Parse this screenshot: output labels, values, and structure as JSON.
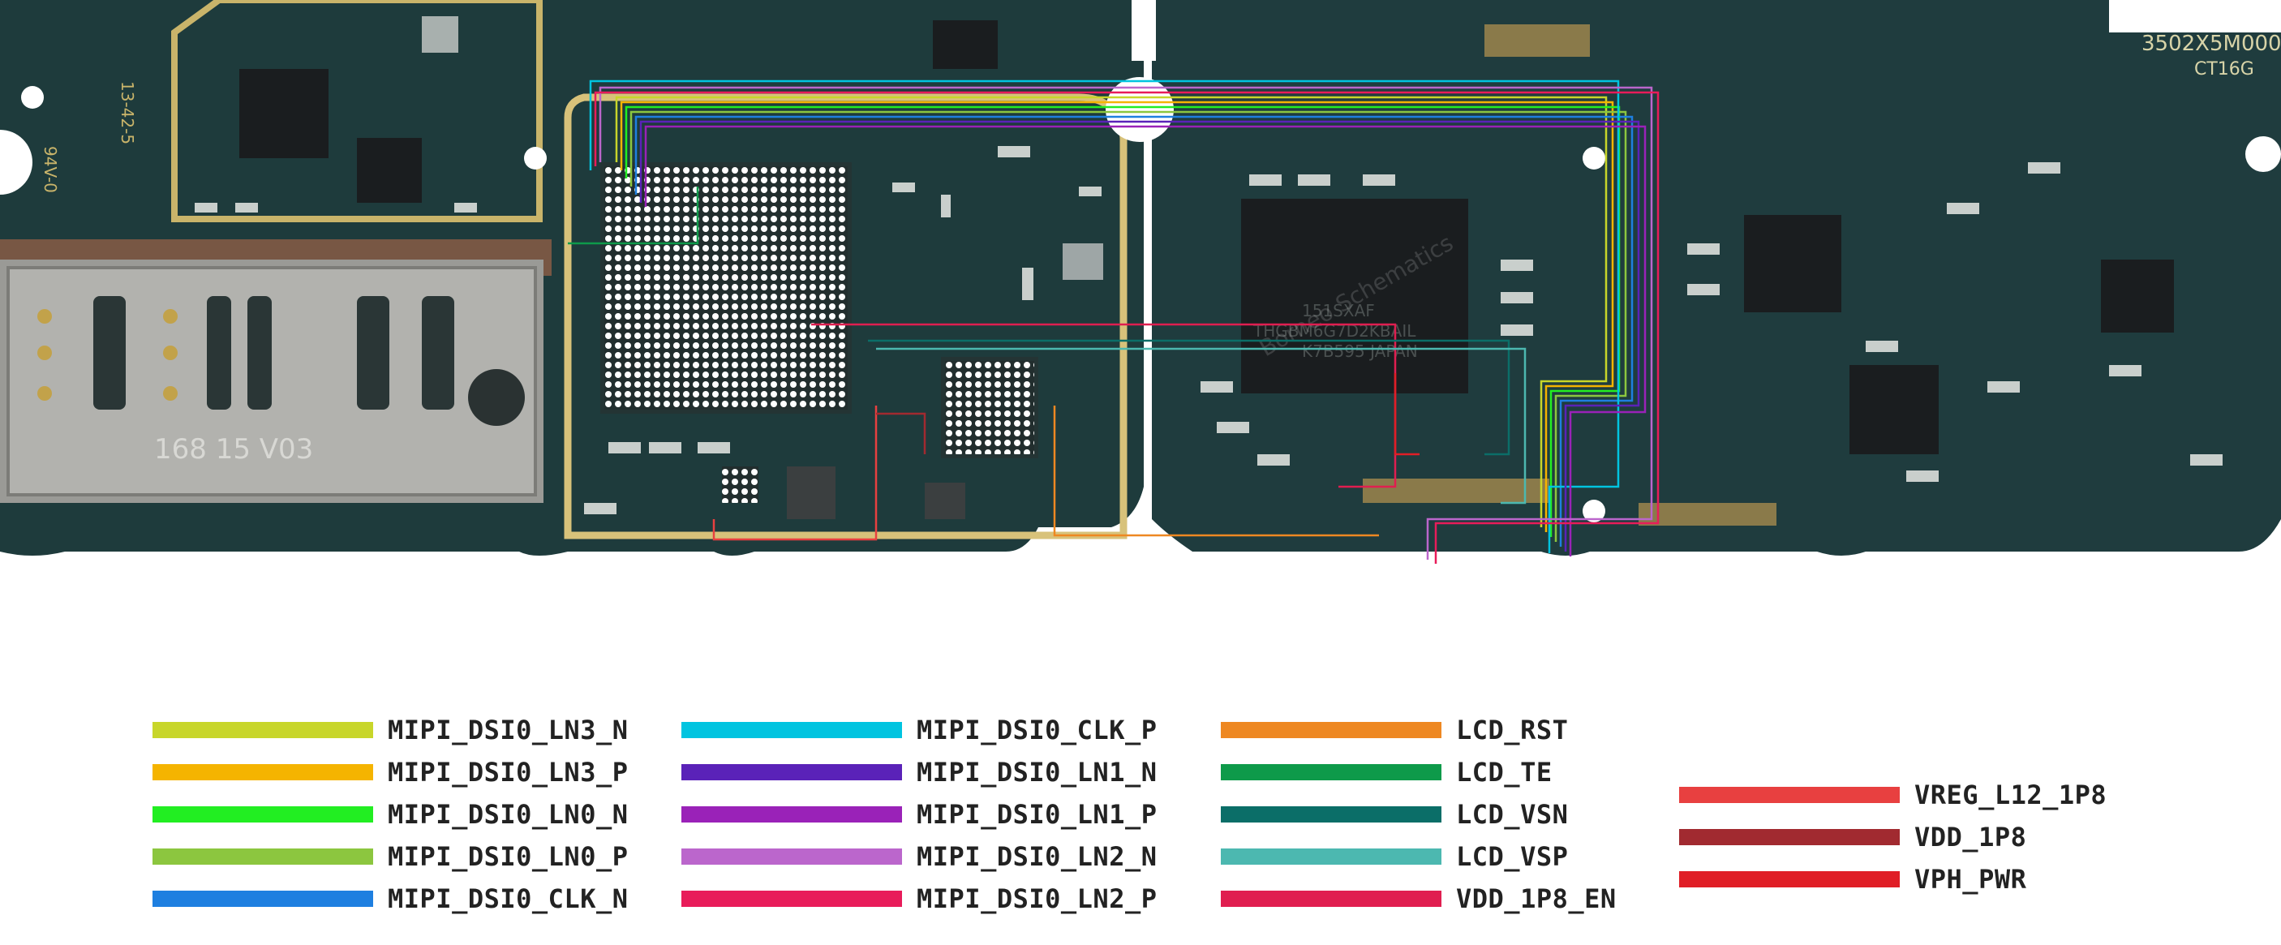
{
  "board": {
    "label_top_right": "3502X5M000",
    "label_top_right_2": "CT16G",
    "chip_marking": [
      "151SXAF",
      "THGBM6G7D2KBAIL",
      "K7B595 JAPAN"
    ],
    "sim_tray_marking": "168 15 V03",
    "side_markings": [
      "13-42-5",
      "94V-0"
    ],
    "watermark": "Borneo Schematics"
  },
  "legend": {
    "items": [
      {
        "label": "MIPI_DSI0_LN3_N",
        "color": "#c8d62a"
      },
      {
        "label": "MIPI_DSI0_LN3_P",
        "color": "#f5b400"
      },
      {
        "label": "MIPI_DSI0_LN0_N",
        "color": "#22ee22"
      },
      {
        "label": "MIPI_DSI0_LN0_P",
        "color": "#8cc63f"
      },
      {
        "label": "MIPI_DSI0_CLK_N",
        "color": "#1e7fe0"
      },
      {
        "label": "MIPI_DSI0_CLK_P",
        "color": "#00c4e0"
      },
      {
        "label": "MIPI_DSI0_LN1_N",
        "color": "#5a22b8"
      },
      {
        "label": "MIPI_DSI0_LN1_P",
        "color": "#9a22b8"
      },
      {
        "label": "MIPI_DSI0_LN2_N",
        "color": "#bb66cc"
      },
      {
        "label": "MIPI_DSI0_LN2_P",
        "color": "#e81c5a"
      },
      {
        "label": "LCD_RST",
        "color": "#ee8822"
      },
      {
        "label": "LCD_TE",
        "color": "#0e9a4a"
      },
      {
        "label": "LCD_VSN",
        "color": "#0b6e68"
      },
      {
        "label": "LCD_VSP",
        "color": "#4cb8b0"
      },
      {
        "label": "VDD_1P8_EN",
        "color": "#e01e50"
      },
      {
        "label": "VREG_L12_1P8",
        "color": "#e84040"
      },
      {
        "label": "VDD_1P8",
        "color": "#a12a30"
      },
      {
        "label": "VPH_PWR",
        "color": "#e01e26"
      }
    ]
  }
}
